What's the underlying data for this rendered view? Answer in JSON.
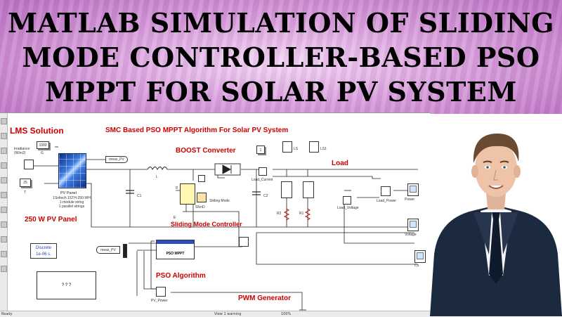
{
  "banner": {
    "title_line1": "MATLAB SIMULATION OF SLIDING",
    "title_line2": "MODE CONTROLLER-BASED PSO",
    "title_line3": "MPPT FOR SOLAR PV SYSTEM"
  },
  "model": {
    "lms_label": "LMS Solution",
    "heading": "SMC Based PSO MPPT Algorithm For Solar PV System",
    "boost_label": "BOOST Converter",
    "load_label": "Load",
    "pv_panel_label": "250 W PV Panel",
    "smc_label": "Sliding Mode Controller",
    "pso_label": "PSO Algorithm",
    "pwm_label": "PWM Generator"
  },
  "blocks": {
    "irradiance_label": "Irradiance\n(W/m2)",
    "irradiance_value": "1000",
    "irradiance_port": "G",
    "temp_value": "25",
    "temp_port": "T",
    "pv_block_name": "PV Panel",
    "pv_details": "1Soltech 1STH-250-WH\n1-module string\n1 parallel strings",
    "meas_pv_goto": "meas_PV",
    "meas_pv_from": "meas_PV",
    "inductor_label": "L",
    "c1_label": "C1",
    "c2_label": "C2",
    "r1_label": "R1",
    "r2_label": "R2",
    "gate_label": "g",
    "e_label": "E",
    "sliding_mode_label": "Sliding Mode",
    "sliding_block_label": "SfcnD",
    "load_current_label": "Load_Current",
    "load_voltage_label": "Load_Voltage",
    "load_power_label": "Load_Power",
    "power_scope": "Power",
    "voltage_scope": "Voltage",
    "current_scope_partial": "Cu",
    "const_value": "1",
    "ls_label": "LS",
    "ls1_label": "LS1",
    "discrete_line1": "Discrete",
    "discrete_line2": "1e-06 s.",
    "pso_block_name": "PSO MPPT",
    "pv_power_label": "PV_Power",
    "unknown_box": "? ? ?"
  },
  "statusbar": {
    "left": "Ready",
    "middle": "View 1 warning",
    "zoom": "100%"
  },
  "colors": {
    "accent_red": "#cc0000",
    "banner_purple": "#c98acb",
    "pv_blue": "#2b5cc8"
  },
  "icons": [
    "pv-panel-icon",
    "scope-icon",
    "diode-icon",
    "inductor-icon",
    "capacitor-icon",
    "resistor-icon",
    "igbt-icon",
    "person-photo"
  ]
}
